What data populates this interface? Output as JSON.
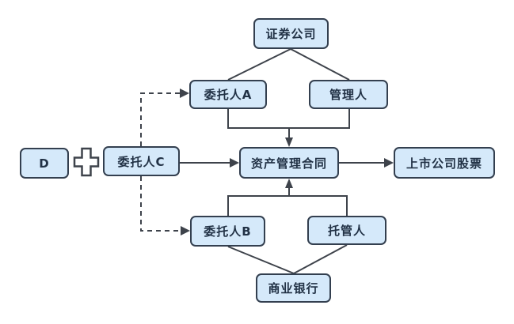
{
  "colors": {
    "node_fill": "#d5e9fa",
    "node_border": "#333f4f",
    "line": "#3e434b",
    "text": "#223246",
    "background": "#ffffff"
  },
  "icons": {
    "plus": "+"
  },
  "nodes": {
    "securities_company": {
      "label": "证券公司"
    },
    "trustee_a": {
      "label": "委托人A"
    },
    "manager": {
      "label": "管理人"
    },
    "d": {
      "label": "D"
    },
    "trustee_c": {
      "label": "委托人C"
    },
    "contract": {
      "label": "资产管理合同"
    },
    "stock": {
      "label": "上市公司股票"
    },
    "trustee_b": {
      "label": "委托人B"
    },
    "custodian": {
      "label": "托管人"
    },
    "bank": {
      "label": "商业银行"
    }
  },
  "edges": [
    {
      "from": "securities_company",
      "to": "trustee_a",
      "style": "solid",
      "arrow": false
    },
    {
      "from": "securities_company",
      "to": "manager",
      "style": "solid",
      "arrow": false
    },
    {
      "from": "trustee_a+manager",
      "to": "contract",
      "style": "solid",
      "arrow": true
    },
    {
      "from": "trustee_c",
      "to": "contract",
      "style": "solid",
      "arrow": true
    },
    {
      "from": "contract",
      "to": "stock",
      "style": "solid",
      "arrow": true
    },
    {
      "from": "trustee_b+custodian",
      "to": "contract",
      "style": "solid",
      "arrow": true
    },
    {
      "from": "trustee_b+custodian",
      "to": "bank",
      "style": "solid",
      "arrow": false
    },
    {
      "from": "trustee_c",
      "to": "trustee_a",
      "style": "dashed",
      "arrow": true
    },
    {
      "from": "trustee_c",
      "to": "trustee_b",
      "style": "dashed",
      "arrow": true
    },
    {
      "from": "d",
      "to": "trustee_c",
      "style": "plus-join",
      "arrow": false
    }
  ]
}
